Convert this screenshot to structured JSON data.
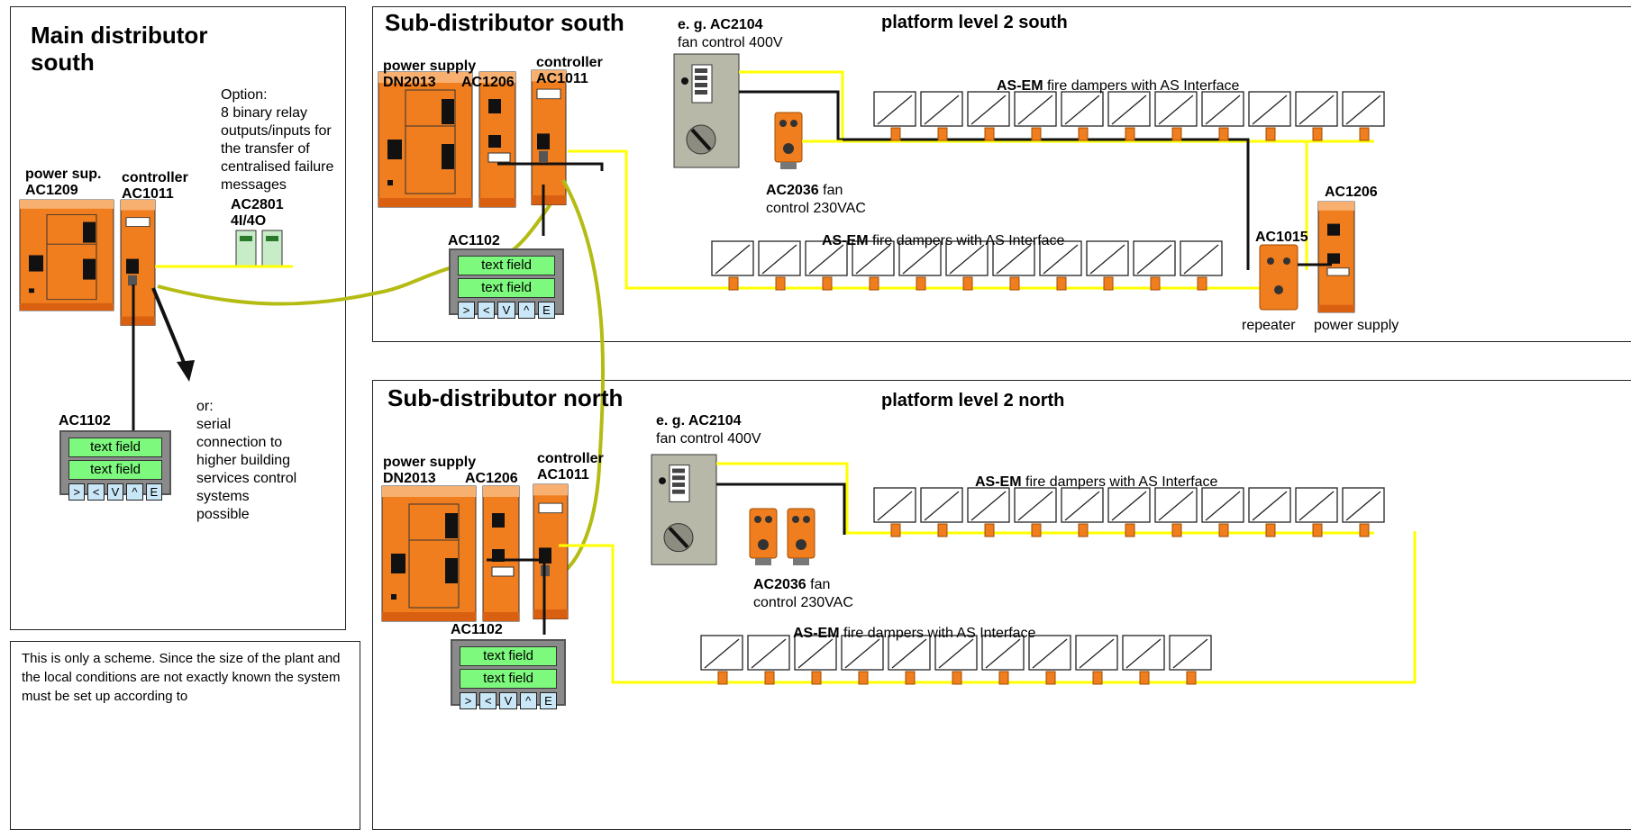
{
  "main": {
    "title": "Main distributor south",
    "power_sup_label": "power sup.",
    "power_sup_model": "AC1209",
    "controller_label": "controller",
    "controller_model": "AC1011",
    "option_text": [
      "Option:",
      "8 binary relay",
      "outputs/inputs for",
      "the transfer of",
      "centralised failure",
      "messages"
    ],
    "relay_model": "AC2801",
    "relay_io": "4I/4O",
    "hmi_model": "AC1102",
    "or_text": [
      "or:",
      "serial",
      "connection to",
      "higher building",
      "services control",
      "systems",
      "possible"
    ]
  },
  "note": {
    "text": "This is only a scheme. Since the size of the plant and the local conditions are not exactly known the system must be set up according to"
  },
  "south": {
    "title": "Sub-distributor south",
    "platform": "platform level 2 south",
    "power_supply_label": "power supply",
    "dn_model": "DN2013",
    "ac1206_model": "AC1206",
    "controller_label": "controller",
    "controller_model": "AC1011",
    "hmi_model": "AC1102",
    "fan400_model": "e. g. AC2104",
    "fan400_desc": "fan control 400V",
    "fan230_model": "AC2036",
    "fan230_desc_1": "fan",
    "fan230_desc_2": "control 230VAC",
    "asem_bold": "AS-EM",
    "asem_rest": "fire dampers with AS Interface",
    "repeater_model": "AC1015",
    "repeater_desc": "repeater",
    "ps_model": "AC1206",
    "ps_desc": "power supply"
  },
  "north": {
    "title": "Sub-distributor north",
    "platform": "platform level 2 north",
    "power_supply_label": "power supply",
    "dn_model": "DN2013",
    "ac1206_model": "AC1206",
    "controller_label": "controller",
    "controller_model": "AC1011",
    "hmi_model": "AC1102",
    "fan400_model": "e. g. AC2104",
    "fan400_desc": "fan control 400V",
    "fan230_model": "AC2036",
    "fan230_desc_1": "fan",
    "fan230_desc_2": "control 230VAC",
    "asem_bold": "AS-EM",
    "asem_rest": "fire dampers with AS Interface"
  },
  "hmi": {
    "text_field": "text field",
    "keys": [
      ">",
      "<",
      "V",
      "^",
      "E"
    ]
  },
  "colors": {
    "device_orange": "#f07d1e",
    "asi_yellow": "#ffff00",
    "serial_olive": "#b4bc14",
    "hmi_green": "#7dfa7d"
  }
}
